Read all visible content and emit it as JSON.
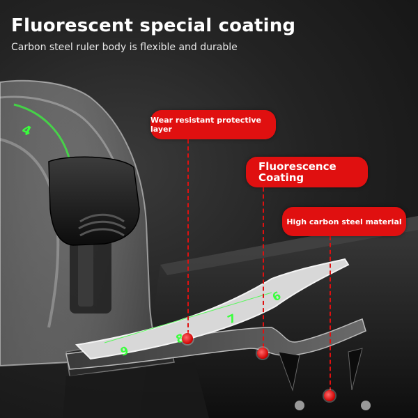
{
  "header": {
    "title": "Fluorescent special coating",
    "subtitle": "Carbon steel ruler body is flexible and durable"
  },
  "callouts": [
    {
      "label": "Wear resistant protective layer"
    },
    {
      "label_line1": "Fluorescence",
      "label_line2": "Coating"
    },
    {
      "label": "High carbon steel material"
    }
  ],
  "tape_markings": [
    "6",
    "7",
    "8",
    "9"
  ],
  "colors": {
    "accent_red": "#e01010",
    "fluorescent_green": "#39ff3c",
    "background": "#1a1a1a",
    "headline": "#ffffff"
  }
}
